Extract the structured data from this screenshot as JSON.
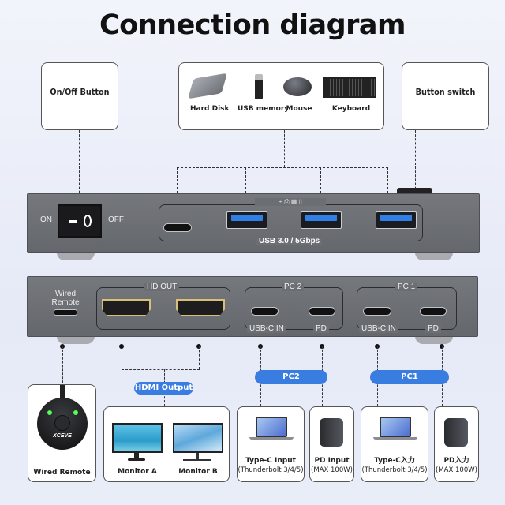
{
  "title": "Connection diagram",
  "callouts": {
    "onoff": "On/Off Button",
    "button_switch": "Button switch"
  },
  "devices": [
    {
      "label": "Hard Disk",
      "icon": "hard-disk-icon"
    },
    {
      "label": "USB memory",
      "icon": "usb-stick-icon"
    },
    {
      "label": "Mouse",
      "icon": "mouse-icon"
    },
    {
      "label": "Keyboard",
      "icon": "keyboard-icon"
    }
  ],
  "front_panel": {
    "on": "ON",
    "off": "OFF",
    "usb_label": "USB 3.0 / 5Gbps"
  },
  "back_panel": {
    "wired_remote": "Wired\nRemote",
    "hd_out": "HD OUT",
    "pc2": "PC 2",
    "pc1": "PC 1",
    "usbc_in": "USB-C IN",
    "pd": "PD"
  },
  "pills": {
    "hdmi": "HDMI Output",
    "pc2": "PC2",
    "pc1": "PC1"
  },
  "bottom": {
    "wired_remote": "Wired Remote",
    "monitor_a": "Monitor A",
    "monitor_b": "Monitor B",
    "typec_1": "Type-C Input",
    "typec_1_sub": "(Thunderbolt 3/4/5)",
    "pd_1": "PD Input",
    "pd_1_sub": "(MAX 100W)",
    "typec_2": "Type-C入力",
    "typec_2_sub": "(Thunderbolt 3/4/5)",
    "pd_2": "PD入力",
    "pd_2_sub": "(MAX 100W)",
    "remote_brand": "XCEVE"
  },
  "colors": {
    "accent": "#3a7de0",
    "panel": "#6b6e73",
    "usb_blue": "#2f7fe6"
  }
}
